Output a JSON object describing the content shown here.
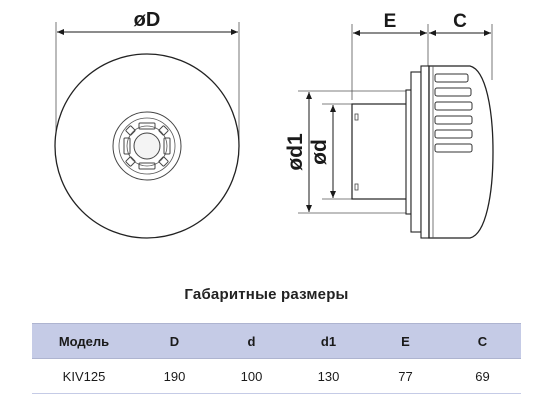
{
  "dimensions": {
    "D": "øD",
    "E": "E",
    "C": "C",
    "d1": "ød1",
    "d": "ød"
  },
  "table": {
    "title": "Габаритные размеры",
    "headers": [
      "Модель",
      "D",
      "d",
      "d1",
      "E",
      "C"
    ],
    "rows": [
      [
        "KIV125",
        "190",
        "100",
        "130",
        "77",
        "69"
      ]
    ]
  }
}
